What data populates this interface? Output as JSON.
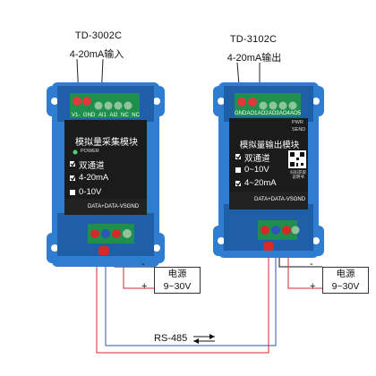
{
  "left_module": {
    "model": "TD-3002C",
    "desc": "4-20mA输入",
    "title": "模拟量采集模块",
    "power_label": "POWER",
    "options": [
      "双通道",
      "4-20mA",
      "0-10V"
    ],
    "option_checked": [
      true,
      true,
      false
    ],
    "top_terminals": [
      "V1-",
      "GND",
      "AI1",
      "AI2",
      "NC",
      "NC"
    ],
    "bottom_terminals": [
      "DATA+",
      "DATA-",
      "VS",
      "GND"
    ]
  },
  "right_module": {
    "model": "TD-3102C",
    "desc": "4-20mA输出",
    "title": "模拟量输出模块",
    "status_labels": [
      "PWR",
      "SEND"
    ],
    "options": [
      "双通道",
      "0~10V",
      "4~20mA"
    ],
    "option_checked": [
      true,
      false,
      true
    ],
    "qr_caption": "扫码获取\n说明书",
    "top_terminals": [
      "GND",
      "AO1",
      "AO2",
      "AO3",
      "AO4",
      "AO5"
    ],
    "bottom_terminals": [
      "DATA+",
      "DATA-",
      "VS",
      "GND"
    ]
  },
  "power_left": {
    "title": "电源",
    "range": "9~30V",
    "minus": "-",
    "plus": "+"
  },
  "power_right": {
    "title": "电源",
    "range": "9~30V",
    "minus": "-",
    "plus": "+"
  },
  "bus_label": "RS-485",
  "colors": {
    "case_blue": "#3a8ad6",
    "case_dark": "#1f5fa8",
    "panel_dark": "#1b1b1b",
    "terminal_green": "#29a35a",
    "terminal_red": "#d93030",
    "wire_red": "#d62a2a",
    "wire_blue": "#2a58b8"
  }
}
